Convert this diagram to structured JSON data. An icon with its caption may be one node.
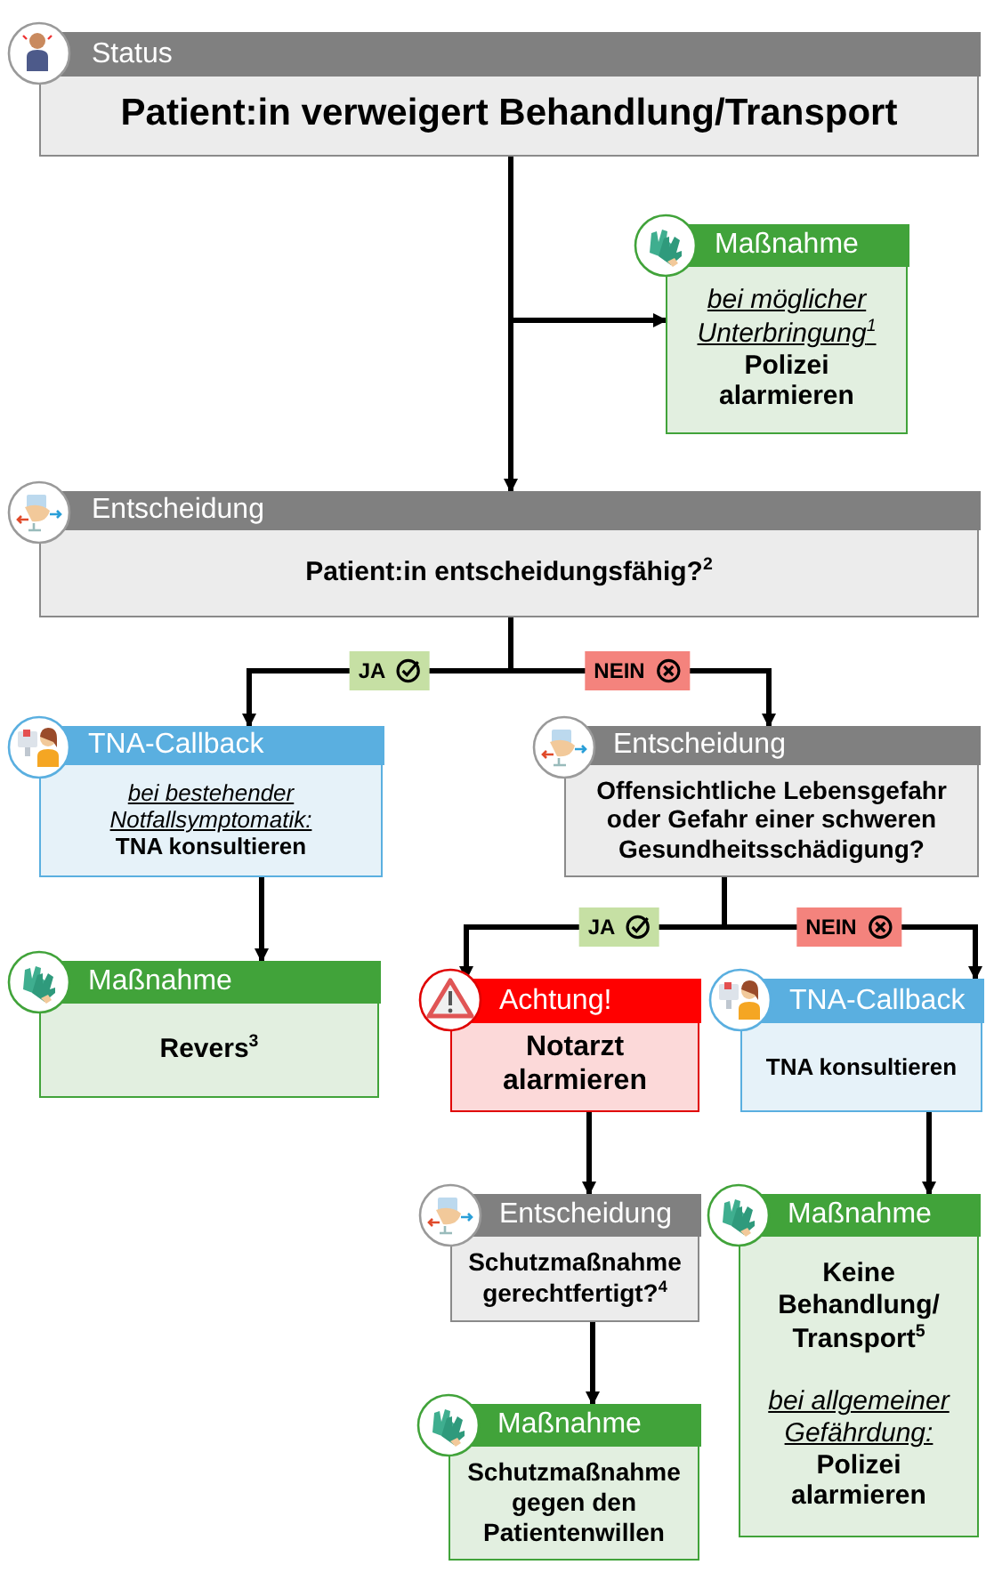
{
  "diagram": {
    "nodes": [
      {
        "text": [
          "Status",
          "Patient:in verweigert Behandlung/Transport"
        ]
      },
      {
        "text": [
          "Maßnahme",
          "bei möglicher Unterbringung$^{1}$",
          "Polizei alarmieren"
        ]
      },
      {
        "text": [
          "Entscheidung",
          "Patient:in entscheidungsfähig?$^{2}$"
        ]
      },
      {
        "text": [
          "TNA-Callback",
          "bei bestehender Notfallsymptomatik:",
          "TNA konsultieren"
        ]
      },
      {
        "text": [
          "Entscheidung",
          "Offensichtliche Lebensgefahr oder Gefahr einer schweren Gesundheitsschädigung?"
        ]
      },
      {
        "text": [
          "Maßnahme",
          "Revers$^{3}$"
        ]
      },
      {
        "text": [
          "Achtung!",
          "Notarzt alarmieren"
        ]
      },
      {
        "text": [
          "TNA-Callback",
          "TNA konsultieren"
        ]
      },
      {
        "text": [
          "Entscheidung",
          "Schutzmaßnahme gerechtfertigt?$^{4}$"
        ]
      },
      {
        "text": [
          "Maßnahme",
          "Keine Behandlung/ Transport$^{5}$",
          "bei allgemeiner Gefährdung:",
          "Polizei alarmieren"
        ]
      },
      {
        "text": [
          "Maßnahme",
          "Schutzmaßnahme gegen den Patientenwillen"
        ]
      }
    ],
    "edges": [
      {
        "from": 0,
        "to": 1,
        "arrow": "to"
      },
      {
        "from": 0,
        "to": 2,
        "arrow": "to"
      },
      {
        "from": 2,
        "to": 3,
        "arrow": "to",
        "label": "JA"
      },
      {
        "from": 2,
        "to": 4,
        "arrow": "to",
        "label": "NEIN"
      },
      {
        "from": 3,
        "to": 5,
        "arrow": "to"
      },
      {
        "from": 4,
        "to": 6,
        "arrow": "to",
        "label": "JA"
      },
      {
        "from": 4,
        "to": 7,
        "arrow": "to",
        "label": "NEIN"
      },
      {
        "from": 6,
        "to": 8,
        "arrow": "to"
      },
      {
        "from": 7,
        "to": 9,
        "arrow": "to"
      },
      {
        "from": 8,
        "to": 10,
        "arrow": "to"
      }
    ]
  }
}
